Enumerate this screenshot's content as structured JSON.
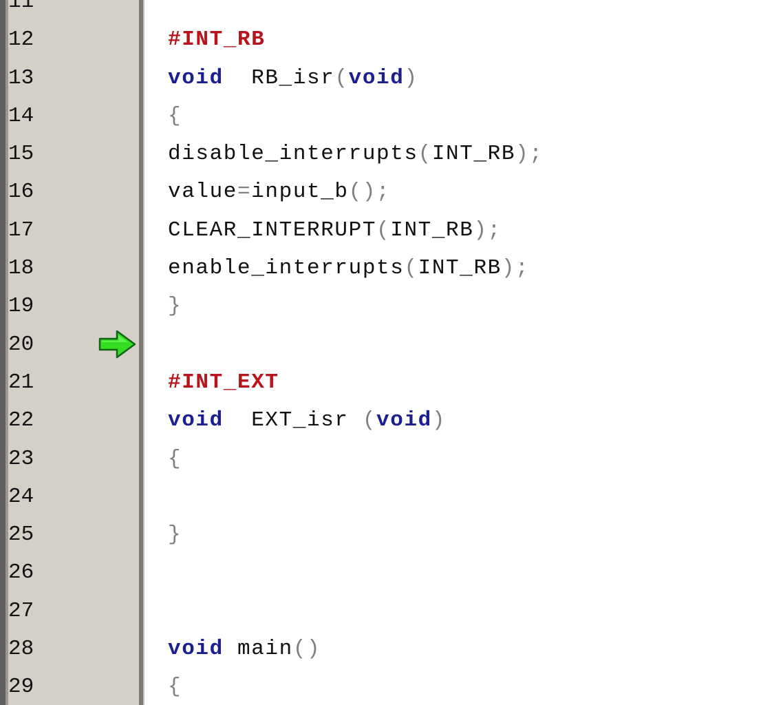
{
  "editor": {
    "line_numbers": [
      "11",
      "12",
      "13",
      "14",
      "15",
      "16",
      "17",
      "18",
      "19",
      "20",
      "21",
      "22",
      "23",
      "24",
      "25",
      "26",
      "27",
      "28",
      "29"
    ],
    "lines": {
      "l11": "",
      "l12": "#INT_RB",
      "l13_kw": "void",
      "l13_fn": "  RB_isr",
      "l13_open": "(",
      "l13_kw2": "void",
      "l13_close": ")",
      "l14": "{",
      "l15_a": "disable_interrupts",
      "l15_b": "(",
      "l15_c": "INT_RB",
      "l15_d": ");",
      "l16_a": "value",
      "l16_b": "=",
      "l16_c": "input_b",
      "l16_d": "();",
      "l17_a": "CLEAR_INTERRUPT",
      "l17_b": "(",
      "l17_c": "INT_RB",
      "l17_d": ");",
      "l18_a": "enable_interrupts",
      "l18_b": "(",
      "l18_c": "INT_RB",
      "l18_d": ");",
      "l19": "}",
      "l20": "",
      "l21": "#INT_EXT",
      "l22_kw": "void",
      "l22_fn": "  EXT_isr ",
      "l22_open": "(",
      "l22_kw2": "void",
      "l22_close": ")",
      "l23": "{",
      "l24": "",
      "l25": "}",
      "l26": "",
      "l27": "",
      "l28_kw": "void",
      "l28_fn": " main",
      "l28_paren": "()",
      "l29": "{"
    },
    "execution_marker_icon": "green-arrow-icon",
    "colors": {
      "keyword": "#1c1f8f",
      "preprocessor": "#b8141c",
      "punctuation": "#7f7f7f",
      "gutter": "#d4d0c8",
      "arrow": "#33dd22"
    }
  }
}
